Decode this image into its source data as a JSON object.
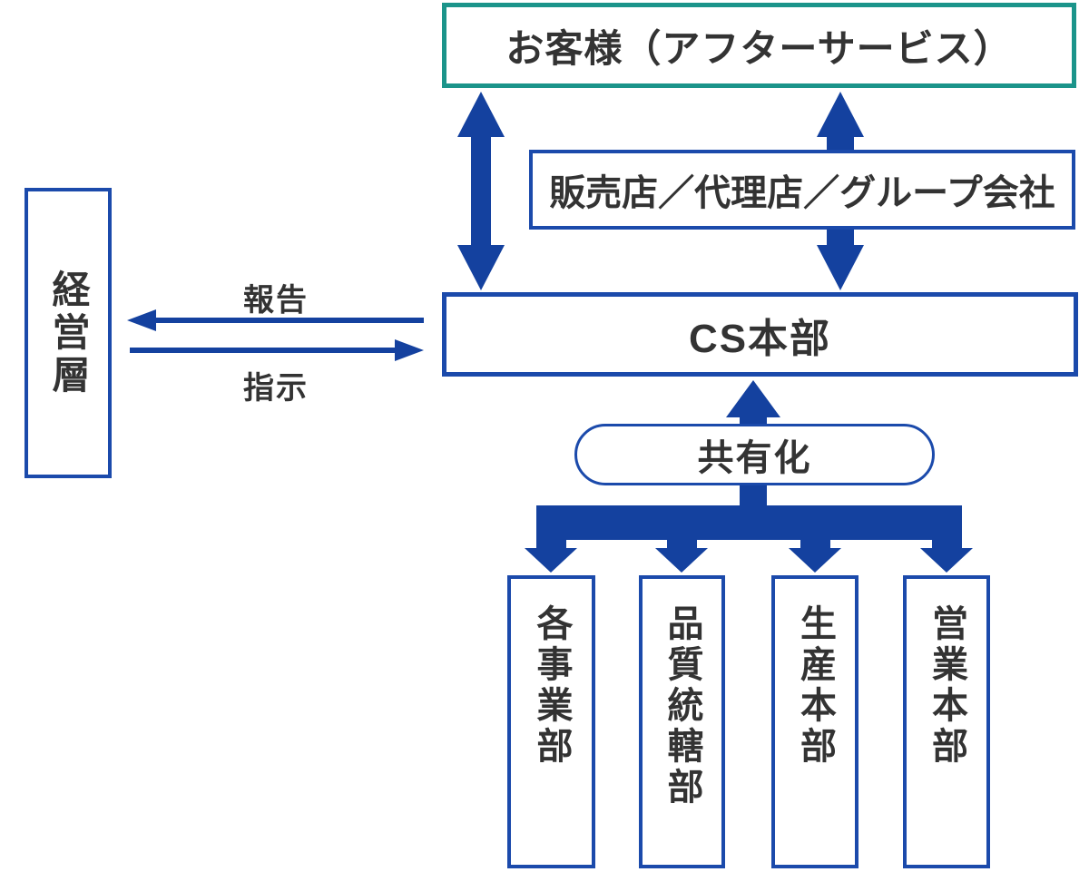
{
  "diagram_title": "CS organization flow diagram",
  "boxes": {
    "customer": "お客様（アフターサービス）",
    "dealer": "販売店／代理店／グループ会社",
    "cs_headquarters": "CS本部",
    "management": "経営層",
    "sharing": "共有化"
  },
  "arrow_labels": {
    "report": "報告",
    "instruction": "指示"
  },
  "departments": [
    {
      "label": "各事業部"
    },
    {
      "label": "品質統轄部"
    },
    {
      "label": "生産本部"
    },
    {
      "label": "営業本部"
    }
  ],
  "colors": {
    "arrow_blue": "#14419F",
    "border_blue": "#1B4AAB",
    "customer_teal": "#1B948A",
    "text": "#333333",
    "background": "#FFFFFF"
  }
}
